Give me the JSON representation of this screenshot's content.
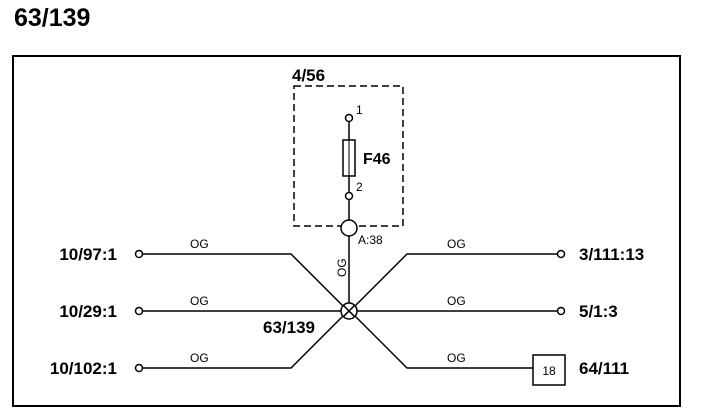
{
  "page": {
    "title": "63/139"
  },
  "module": {
    "label": "4/56"
  },
  "fuse": {
    "label": "F46",
    "pin_top": "1",
    "pin_bottom": "2"
  },
  "connector": {
    "label": "A:38",
    "wire_color": "OG"
  },
  "splice": {
    "label": "63/139"
  },
  "left_branches": [
    {
      "label": "10/97:1",
      "wire_color": "OG"
    },
    {
      "label": "10/29:1",
      "wire_color": "OG"
    },
    {
      "label": "10/102:1",
      "wire_color": "OG"
    }
  ],
  "right_branches": [
    {
      "label": "3/111:13",
      "wire_color": "OG"
    },
    {
      "label": "5/1:3",
      "wire_color": "OG"
    },
    {
      "label": "64/111",
      "wire_color": "OG",
      "box_label": "18"
    }
  ]
}
